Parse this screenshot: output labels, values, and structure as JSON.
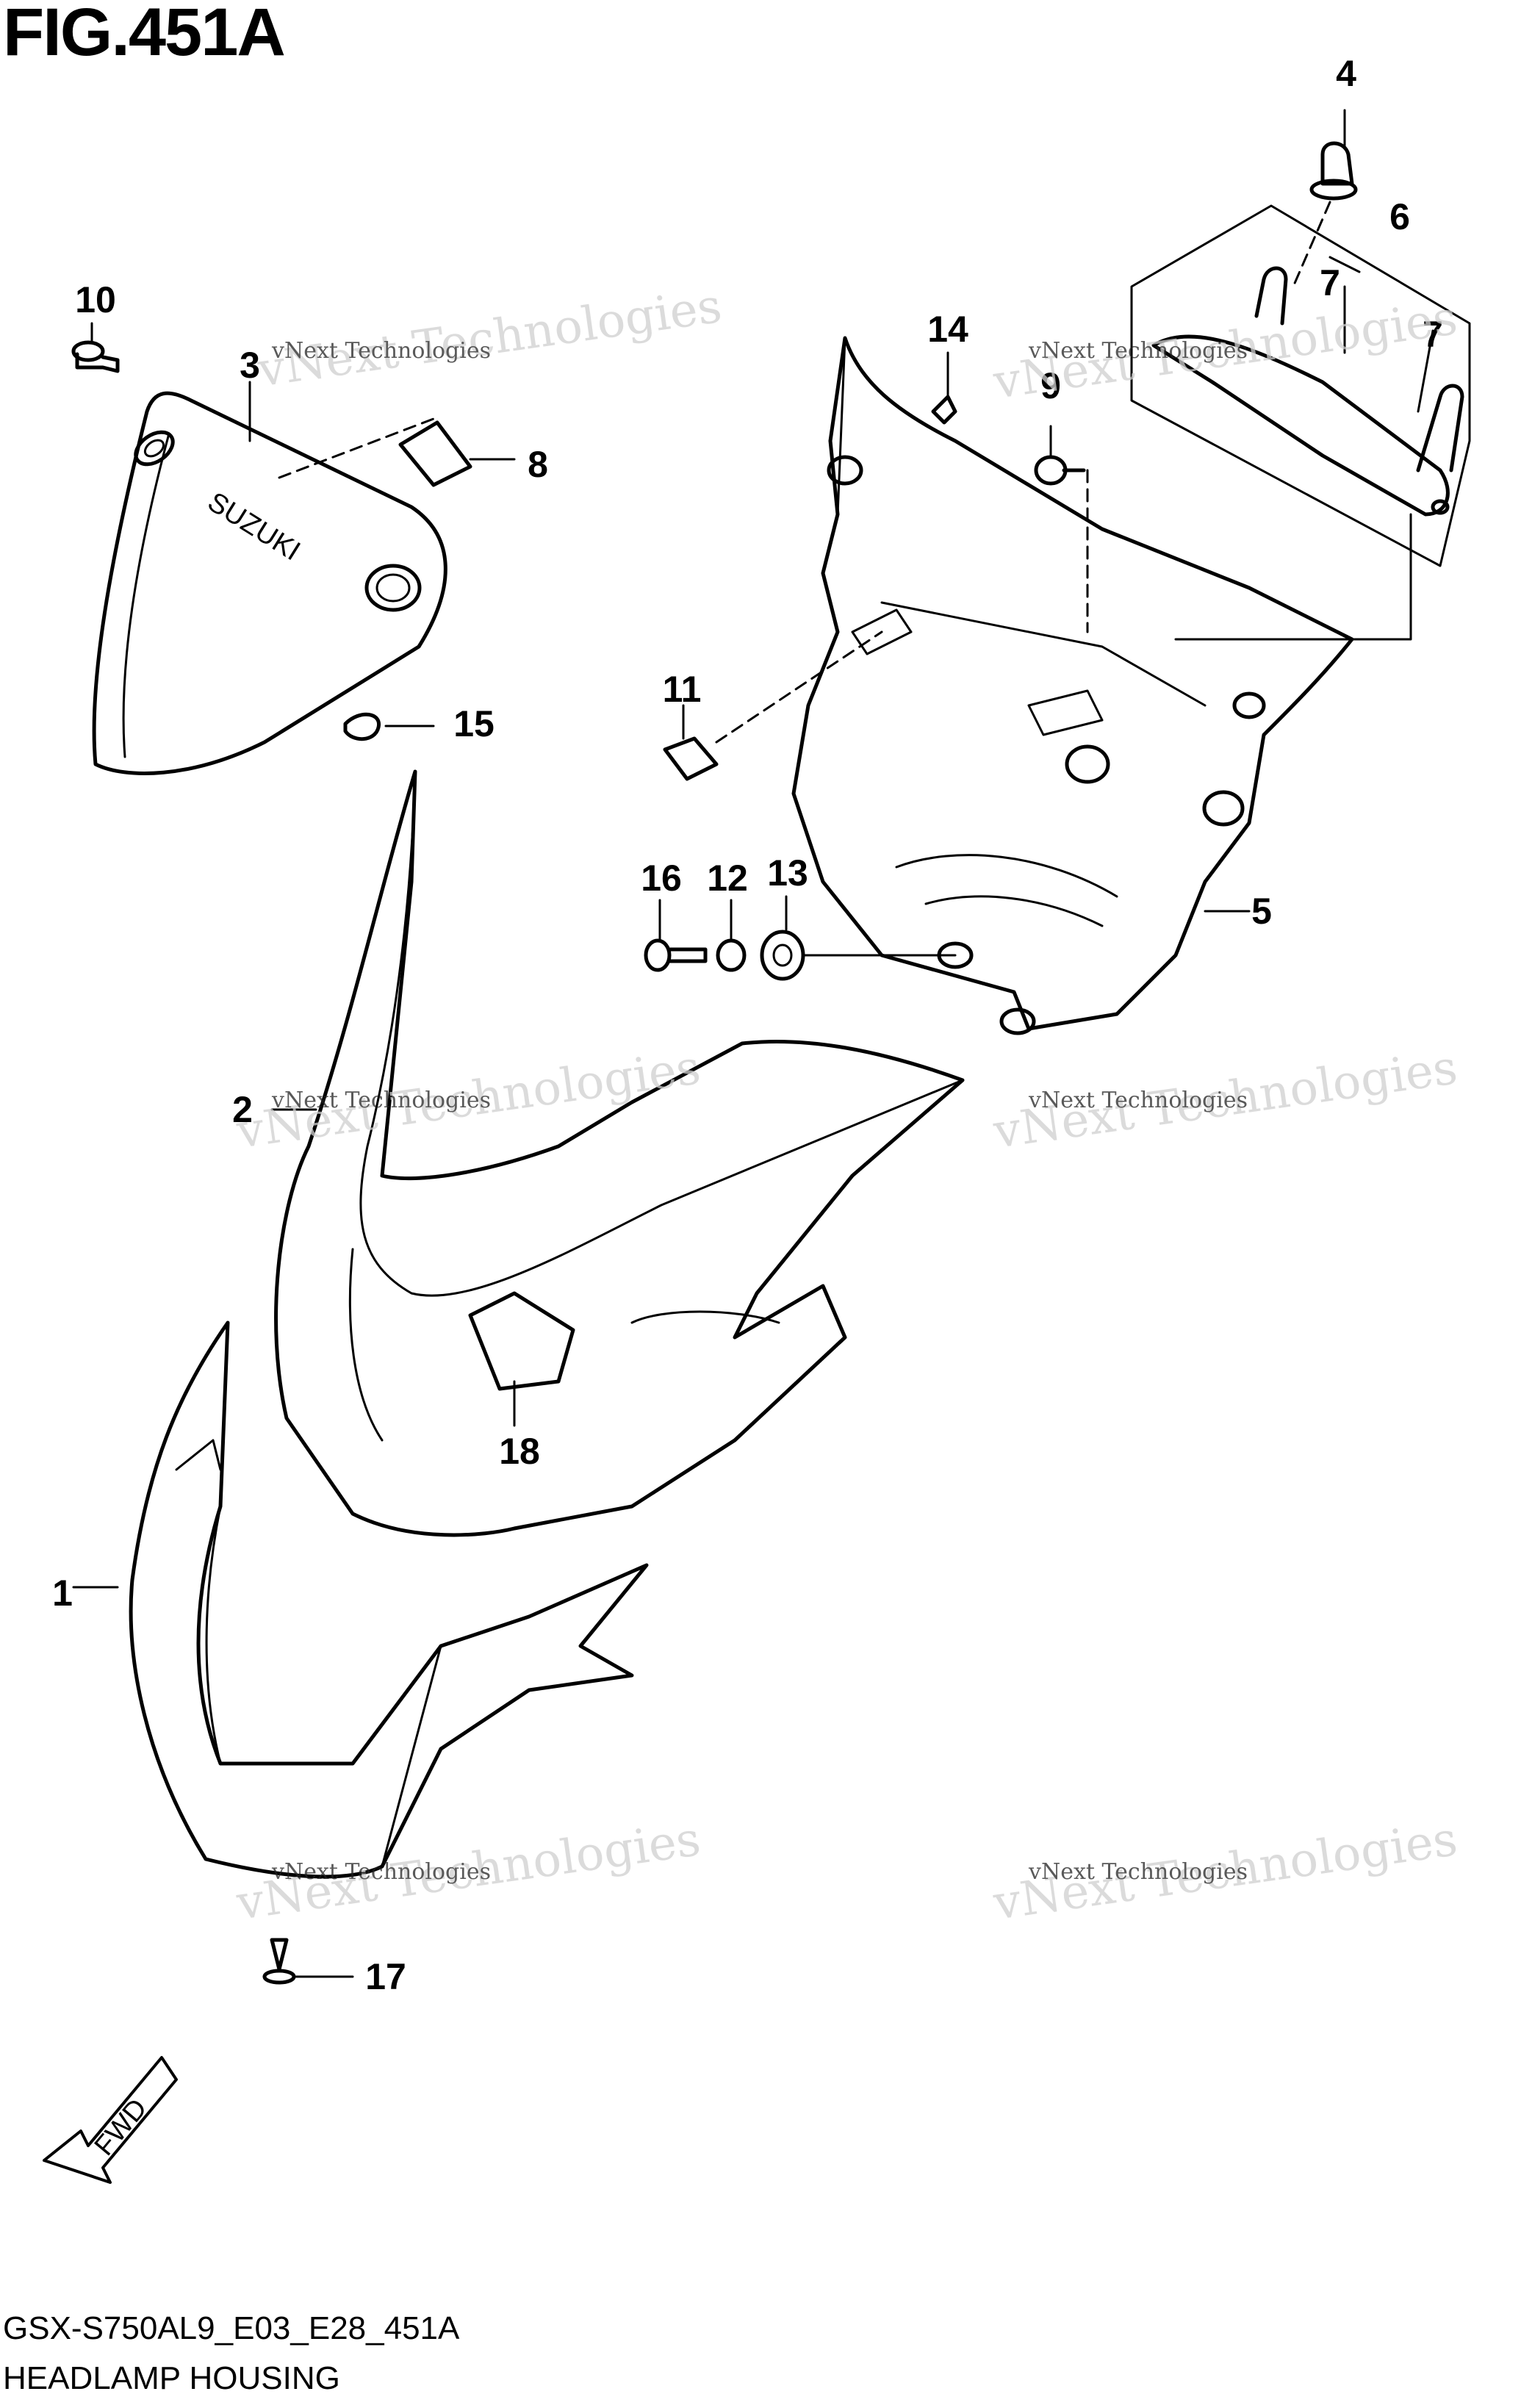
{
  "figure": {
    "title": "FIG.451A",
    "code": "GSX-S750AL9_E03_E28_451A",
    "name": "HEADLAMP HOUSING"
  },
  "callouts": [
    "10",
    "3",
    "8",
    "15",
    "14",
    "9",
    "11",
    "16",
    "12",
    "13",
    "5",
    "4",
    "6",
    "7",
    "7",
    "2",
    "18",
    "1",
    "17"
  ],
  "watermark": {
    "line1": "vNext Technologies",
    "line2": "vNext\nTechnologies"
  },
  "fwd_label": "FWD",
  "logo_text": "SUZUKI"
}
